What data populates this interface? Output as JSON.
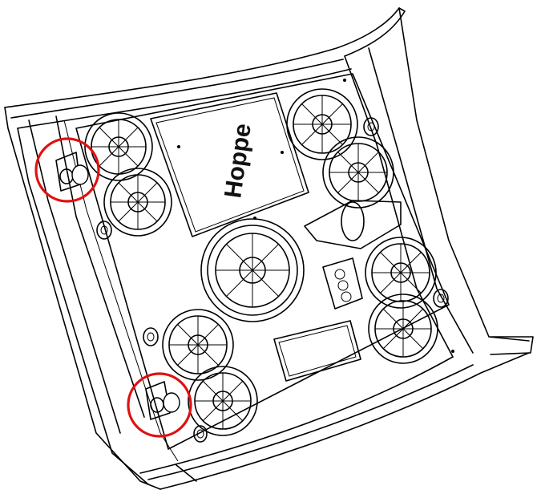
{
  "figure": {
    "type": "technical-line-drawing",
    "subject": "speaker-tray",
    "logo_text": "Hoppe",
    "highlight_color": "#e01010",
    "line_color": "#000000",
    "background": "#ffffff",
    "highlight_count": 2
  }
}
